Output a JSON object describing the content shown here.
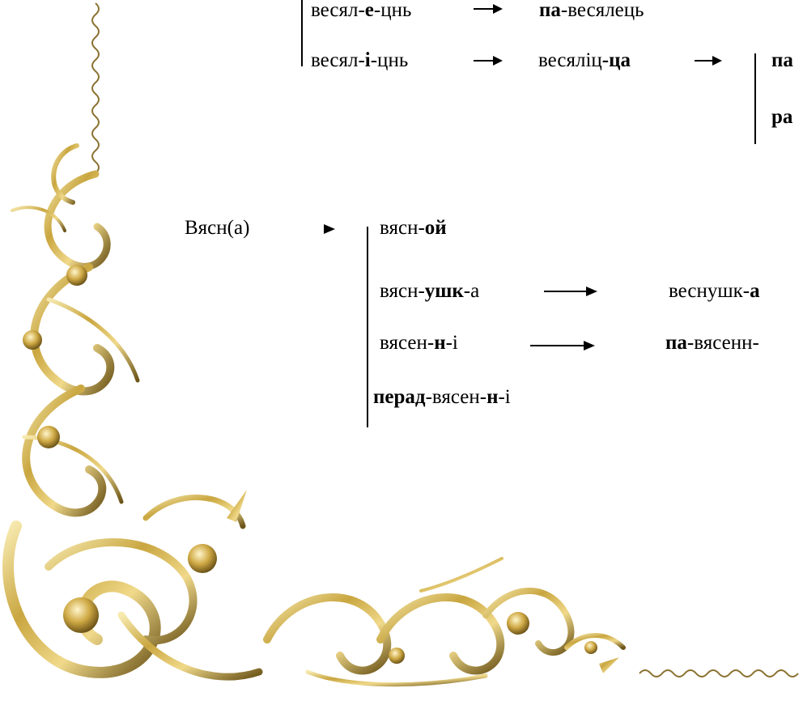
{
  "block1": {
    "row1": {
      "left": [
        "весял-",
        "е",
        "-цнь"
      ],
      "right": [
        "па",
        "-весялець"
      ]
    },
    "row2": {
      "left": [
        "весял-",
        "і",
        "-цнь"
      ],
      "mid": [
        "весяліц",
        "-ца"
      ],
      "right1": "па",
      "right2": "ра"
    }
  },
  "block2": {
    "root": "Вясн(а)",
    "rows": [
      {
        "parts": [
          "вясн-",
          "ой"
        ]
      },
      {
        "parts": [
          "вясн-",
          "ушк",
          "-а"
        ],
        "derived": [
          "веснушк-",
          "а"
        ]
      },
      {
        "parts": [
          "вясен-",
          "н",
          "-і"
        ],
        "derived": [
          "па",
          "-вясенн-"
        ]
      },
      {
        "parts": [
          "перад",
          "-вясен-",
          "н",
          "-і"
        ]
      }
    ]
  },
  "colors": {
    "text": "#000000",
    "gold_light": "#f3e3a0",
    "gold_mid": "#c9a640",
    "gold_dark": "#6b5418"
  },
  "icons": [
    "arrow-right-icon",
    "triangle-arrow-icon",
    "gold-corner-ornament"
  ]
}
